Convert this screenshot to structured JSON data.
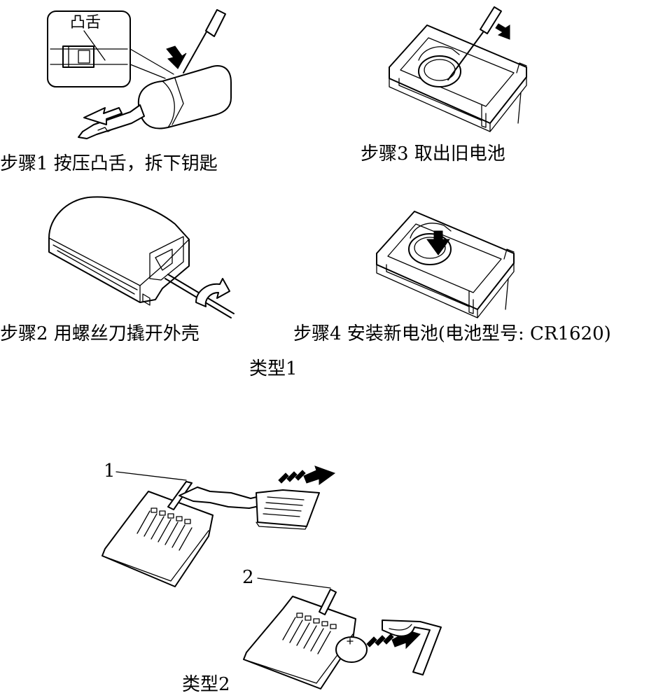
{
  "type1": {
    "group_label": "类型1",
    "boss_callout": "凸舌",
    "steps": [
      {
        "label": "步骤1 按压凸舌，拆下钥匙"
      },
      {
        "label": "步骤2 用螺丝刀撬开外壳"
      },
      {
        "label": "步骤3 取出旧电池"
      },
      {
        "label": "步骤4 安装新电池(电池型号: CR1620)"
      }
    ]
  },
  "type2": {
    "group_label": "类型2",
    "callouts": [
      "1",
      "2"
    ]
  }
}
